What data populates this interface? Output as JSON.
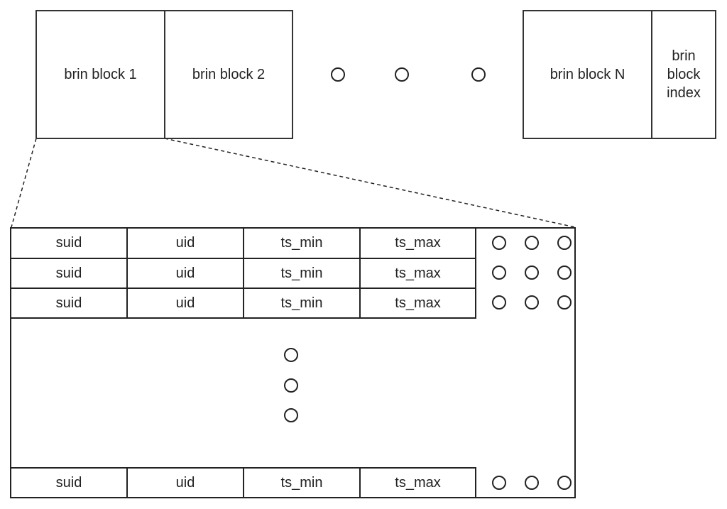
{
  "blocks": [
    {
      "label": "brin block 1"
    },
    {
      "label": "brin block 2"
    },
    {
      "label": "brin block N"
    }
  ],
  "index_block": {
    "label": "brin block index"
  },
  "table": {
    "columns": [
      "suid",
      "uid",
      "ts_min",
      "ts_max"
    ],
    "rows": [
      [
        "suid",
        "uid",
        "ts_min",
        "ts_max"
      ],
      [
        "suid",
        "uid",
        "ts_min",
        "ts_max"
      ],
      [
        "suid",
        "uid",
        "ts_min",
        "ts_max"
      ],
      [
        "suid",
        "uid",
        "ts_min",
        "ts_max"
      ]
    ]
  },
  "colors": {
    "stroke": "#222222",
    "background": "#ffffff"
  }
}
